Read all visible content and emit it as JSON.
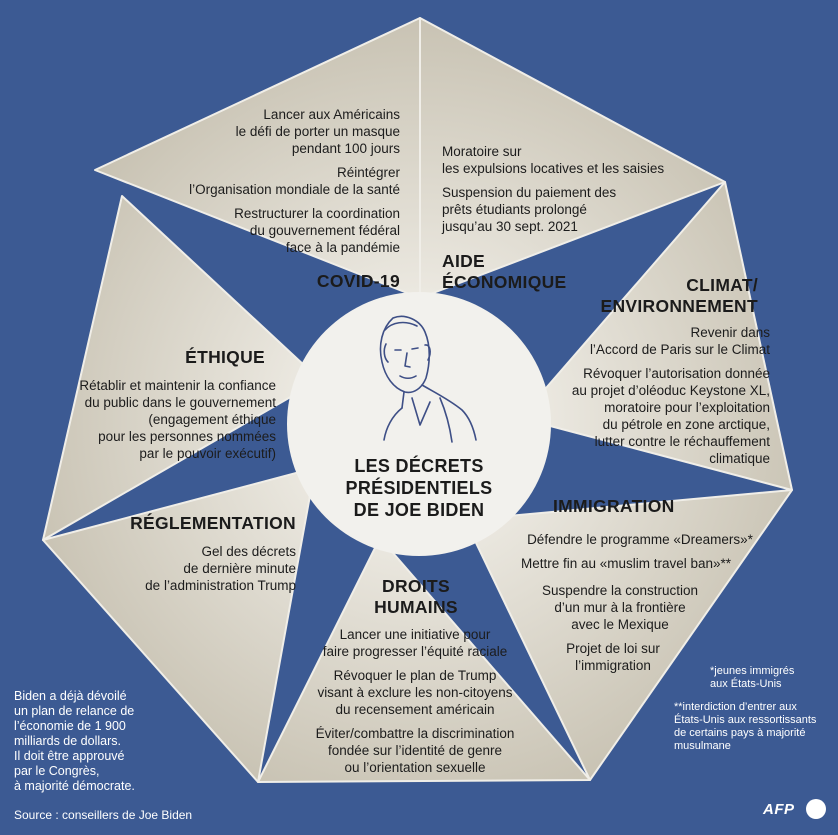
{
  "center_title": [
    "LES DÉCRETS",
    "PRÉSIDENTIELS",
    "DE JOE BIDEN"
  ],
  "sections": {
    "covid": {
      "title": "COVID-19",
      "items": [
        [
          "Lancer  aux Américains",
          "le défi de porter un masque",
          "pendant 100 jours"
        ],
        [
          "Réintégrer",
          "l’Organisation mondiale de la santé"
        ],
        [
          "Restructurer la coordination",
          "du gouvernement fédéral",
          "face à la pandémie"
        ]
      ]
    },
    "economie": {
      "title": [
        "AIDE",
        "ÉCONOMIQUE"
      ],
      "items": [
        [
          "Moratoire sur",
          "les expulsions locatives  et les saisies"
        ],
        [
          "Suspension du paiement des",
          "prêts étudiants prolongé",
          "jusqu’au 30 sept. 2021"
        ]
      ]
    },
    "climat": {
      "title": [
        "CLIMAT/",
        "ENVIRONNEMENT"
      ],
      "items": [
        [
          "Revenir dans",
          "l’Accord de Paris sur le Climat"
        ],
        [
          "Révoquer l’autorisation donnée",
          "au projet d’oléoduc Keystone XL,",
          "moratoire pour  l’exploitation",
          "du pétrole en zone arctique,",
          "lutter contre le réchauffement",
          "climatique"
        ]
      ]
    },
    "immigration": {
      "title": "IMMIGRATION",
      "items": [
        [
          "Défendre le programme «Dreamers»*"
        ],
        [
          "Mettre fin au «muslim travel ban»**"
        ],
        [
          "Suspendre la construction",
          "d’un mur à la frontière",
          "avec le Mexique"
        ],
        [
          "Projet de loi sur",
          "l’immigration"
        ]
      ]
    },
    "droits": {
      "title": [
        "DROITS",
        "HUMAINS"
      ],
      "items": [
        [
          "Lancer une initiative pour",
          "faire progresser l’équité raciale"
        ],
        [
          "Révoquer le plan de Trump",
          "visant à exclure les non-citoyens",
          "du recensement américain"
        ],
        [
          "Éviter/combattre la discrimination",
          "fondée sur l’identité de genre",
          "ou l’orientation sexuelle"
        ]
      ]
    },
    "reglementation": {
      "title": "RÉGLEMENTATION",
      "items": [
        [
          "Gel des décrets",
          "de dernière minute",
          "de l’administration Trump"
        ]
      ]
    },
    "ethique": {
      "title": "ÉTHIQUE",
      "items": [
        [
          "Rétablir et maintenir la confiance",
          "du public dans le gouvernement",
          "(engagement éthique",
          "pour les personnes nommées",
          "par le pouvoir exécutif)"
        ]
      ]
    }
  },
  "bottom_note": [
    "Biden a déjà dévoilé",
    "un plan de relance de",
    "l’économie de 1 900",
    "milliards de dollars.",
    "Il doit être approuvé",
    "par le Congrès,",
    "à majorité démocrate."
  ],
  "footnotes": {
    "star1": [
      "*jeunes immigrés",
      "aux États-Unis"
    ],
    "star2": [
      "**interdiction d’entrer aux",
      "États-Unis aux ressortissants",
      "de certains pays à majorité",
      "musulmane"
    ]
  },
  "source": "Source : conseillers de Joe Biden",
  "logo": "AFP",
  "colors": {
    "background": "#3c5a93",
    "petal": "#cfcabc",
    "petal_edge": "#e6e3da",
    "center": "#f2f1ed"
  },
  "icons": [
    "biden-portrait-icon",
    "afp-logo"
  ]
}
